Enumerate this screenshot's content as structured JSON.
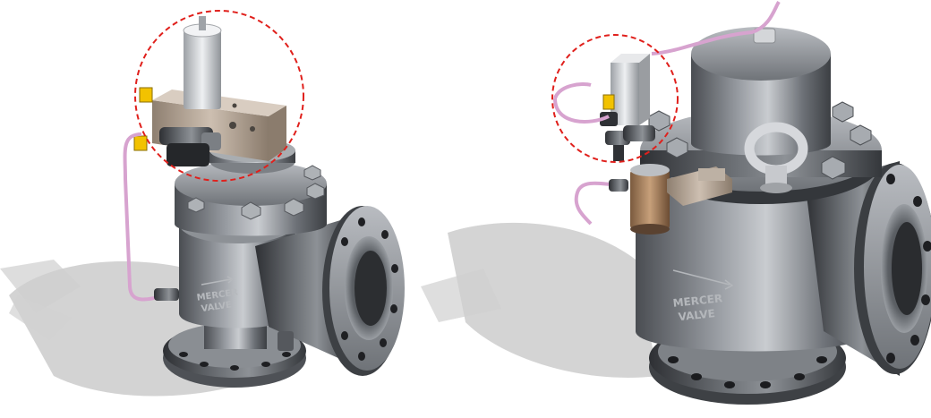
{
  "scene": {
    "background": "#ffffff",
    "highlight_color": "#e0201c",
    "valves": [
      {
        "id": "left",
        "brand_line1": "MERCER",
        "brand_line2": "VALVE",
        "tag_color": "#f2c200",
        "tubing_color": "#d7a3cf"
      },
      {
        "id": "right",
        "brand_line1": "MERCER",
        "brand_line2": "VALVE",
        "tag_color": "#f2c200",
        "tubing_color": "#d7a3cf"
      }
    ]
  }
}
